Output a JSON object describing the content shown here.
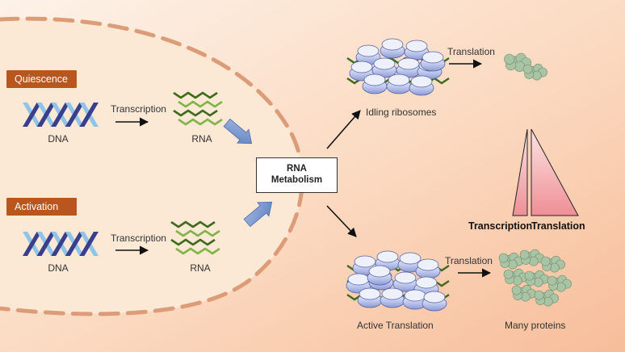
{
  "quiescence": {
    "label": "Quiescence",
    "dna_label": "DNA",
    "process_label": "Transcription",
    "rna_label": "RNA"
  },
  "activation": {
    "label": "Activation",
    "dna_label": "DNA",
    "process_label": "Transcription",
    "rna_label": "RNA"
  },
  "center": {
    "line1": "RNA",
    "line2": "Metabolism"
  },
  "idle": {
    "ribosome_label": "Idling ribosomes",
    "process_label": "Translation"
  },
  "active": {
    "ribosome_label": "Active Translation",
    "process_label": "Translation",
    "protein_label": "Many proteins"
  },
  "legend": {
    "transcription_label": "Transcription",
    "translation_label": "Translation"
  },
  "colors": {
    "tag_fill": "#b8561e",
    "dna_dark": "#3a3f8c",
    "dna_light": "#8fc4e8",
    "rna_dark": "#3f6b1c",
    "rna_light": "#7fb547",
    "ribosome": "#b8c4ee",
    "protein": "#a8c4a4",
    "nucleus": "#fbe9d6",
    "membrane": "#dd9c78",
    "wedge": "#ef9a9f"
  }
}
